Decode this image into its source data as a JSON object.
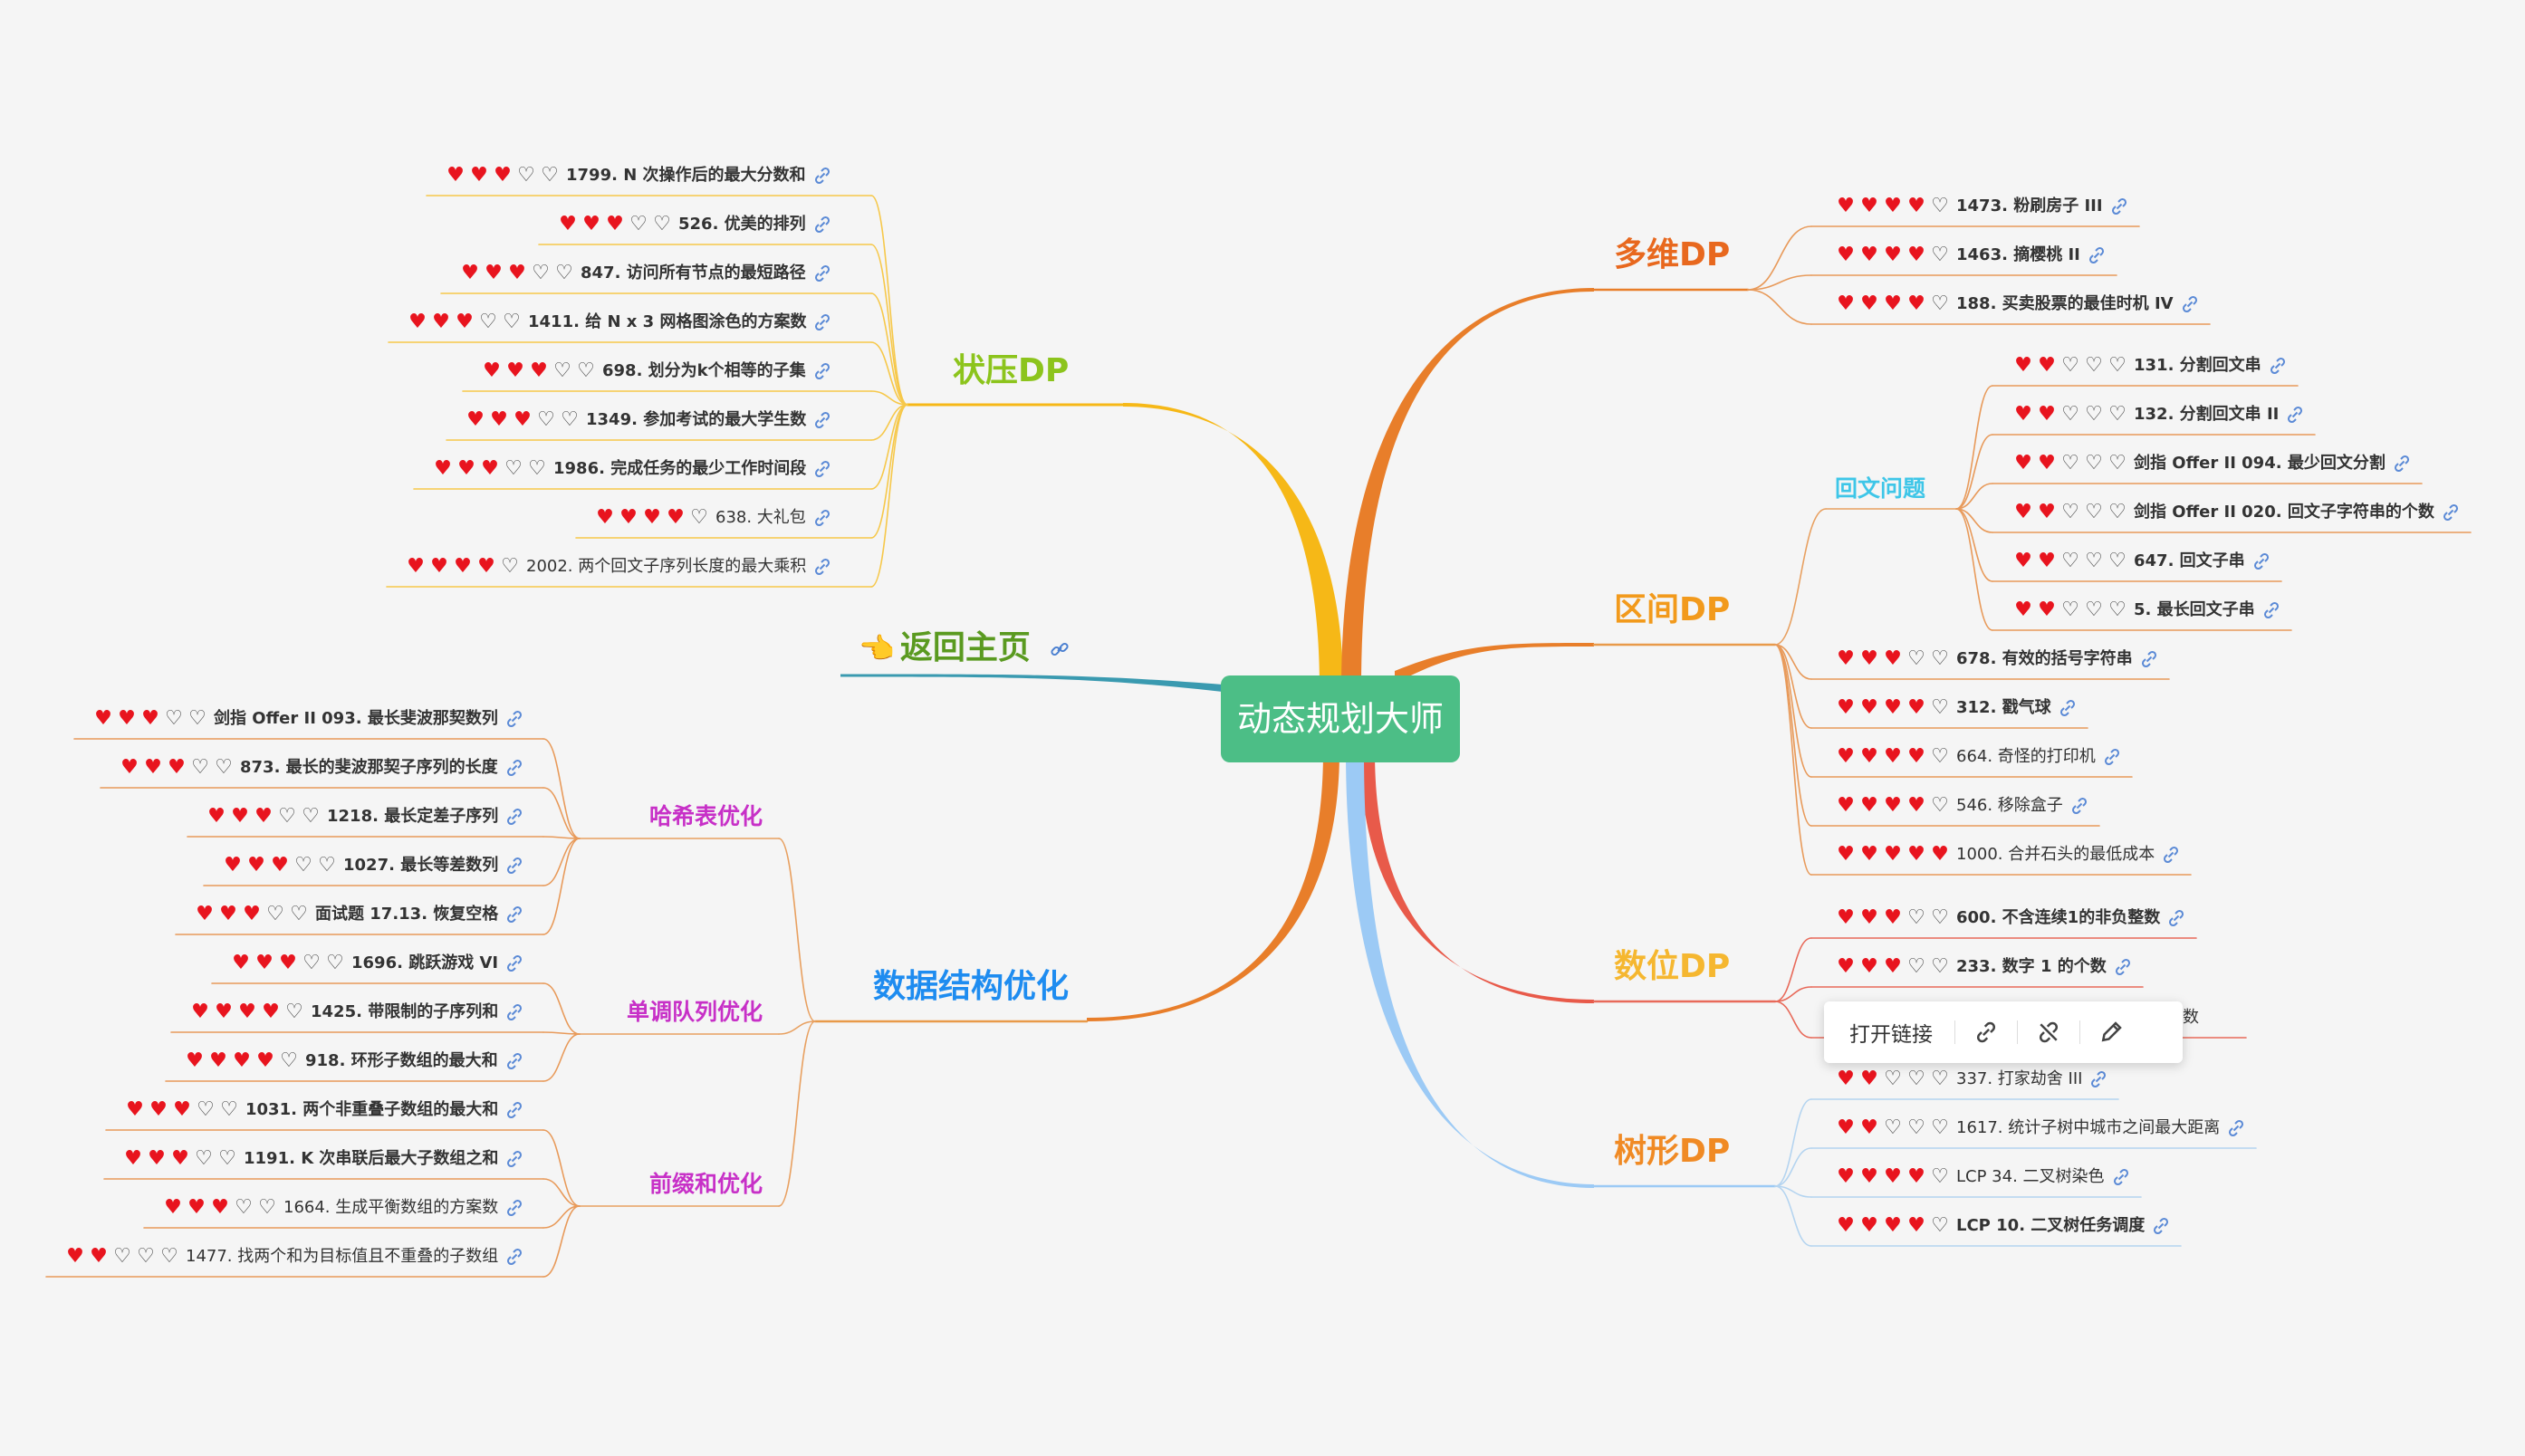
{
  "root": {
    "label": "动态规划大师"
  },
  "home": {
    "label": "返回主页"
  },
  "toolbar": {
    "open_link": "打开链接"
  },
  "colors": {
    "zhuangya": "#8cc41c",
    "duowei": "#e8681e",
    "qujian": "#f29a1c",
    "shuwei": "#f5b730",
    "shuxing": "#f08a24",
    "jiegou": "#1e8cf0",
    "group": "#c730c7",
    "huiwen": "#3ec6e8",
    "home": "#5a9a20"
  },
  "branches": [
    {
      "id": "zhuangya",
      "label": "状压DP",
      "leaves": [
        {
          "hearts": 3,
          "text": "1799. N 次操作后的最大分数和",
          "bold": true
        },
        {
          "hearts": 3,
          "text": "526. 优美的排列",
          "bold": true
        },
        {
          "hearts": 3,
          "text": "847. 访问所有节点的最短路径",
          "bold": true
        },
        {
          "hearts": 3,
          "text": "1411. 给 N x 3 网格图涂色的方案数",
          "bold": true
        },
        {
          "hearts": 3,
          "text": "698. 划分为k个相等的子集",
          "bold": true
        },
        {
          "hearts": 3,
          "text": "1349. 参加考试的最大学生数",
          "bold": true
        },
        {
          "hearts": 3,
          "text": "1986. 完成任务的最少工作时间段",
          "bold": true
        },
        {
          "hearts": 4,
          "text": "638. 大礼包",
          "bold": false
        },
        {
          "hearts": 4,
          "text": "2002. 两个回文子序列长度的最大乘积",
          "bold": false
        }
      ]
    },
    {
      "id": "duowei",
      "label": "多维DP",
      "leaves": [
        {
          "hearts": 4,
          "text": "1473. 粉刷房子 III",
          "bold": true
        },
        {
          "hearts": 4,
          "text": "1463. 摘樱桃 II",
          "bold": true
        },
        {
          "hearts": 4,
          "text": "188. 买卖股票的最佳时机 IV",
          "bold": true
        }
      ]
    },
    {
      "id": "qujian",
      "label": "区间DP",
      "group": {
        "label": "回文问题",
        "leaves": [
          {
            "hearts": 2,
            "text": "131. 分割回文串",
            "bold": true
          },
          {
            "hearts": 2,
            "text": "132. 分割回文串 II",
            "bold": true
          },
          {
            "hearts": 2,
            "text": "剑指 Offer II 094. 最少回文分割",
            "bold": true
          },
          {
            "hearts": 2,
            "text": "剑指 Offer II 020. 回文子字符串的个数",
            "bold": true
          },
          {
            "hearts": 2,
            "text": "647. 回文子串",
            "bold": true
          },
          {
            "hearts": 2,
            "text": "5. 最长回文子串",
            "bold": true
          }
        ]
      },
      "leaves": [
        {
          "hearts": 3,
          "text": "678. 有效的括号字符串",
          "bold": true
        },
        {
          "hearts": 4,
          "text": "312. 戳气球",
          "bold": true
        },
        {
          "hearts": 4,
          "text": "664. 奇怪的打印机",
          "bold": false
        },
        {
          "hearts": 4,
          "text": "546. 移除盒子",
          "bold": false
        },
        {
          "hearts": 5,
          "text": "1000. 合并石头的最低成本",
          "bold": false
        }
      ]
    },
    {
      "id": "shuwei",
      "label": "数位DP",
      "leaves": [
        {
          "hearts": 3,
          "text": "600. 不含连续1的非负整数",
          "bold": true
        },
        {
          "hearts": 3,
          "text": "233. 数字 1 的个数",
          "bold": true
        },
        {
          "hearts": 0,
          "text": "数",
          "bold": false
        }
      ]
    },
    {
      "id": "shuxing",
      "label": "树形DP",
      "leaves": [
        {
          "hearts": 2,
          "text": "337. 打家劫舍 III",
          "bold": false
        },
        {
          "hearts": 2,
          "text": "1617. 统计子树中城市之间最大距离",
          "bold": false
        },
        {
          "hearts": 4,
          "text": "LCP 34. 二叉树染色",
          "bold": false
        },
        {
          "hearts": 4,
          "text": "LCP 10. 二叉树任务调度",
          "bold": true
        }
      ]
    },
    {
      "id": "jiegou",
      "label": "数据结构优化",
      "groups": [
        {
          "label": "哈希表优化",
          "leaves": [
            {
              "hearts": 3,
              "text": "剑指 Offer II 093. 最长斐波那契数列",
              "bold": true
            },
            {
              "hearts": 3,
              "text": "873. 最长的斐波那契子序列的长度",
              "bold": true
            },
            {
              "hearts": 3,
              "text": "1218. 最长定差子序列",
              "bold": true
            },
            {
              "hearts": 3,
              "text": "1027. 最长等差数列",
              "bold": true
            },
            {
              "hearts": 3,
              "text": "面试题 17.13. 恢复空格",
              "bold": true
            }
          ]
        },
        {
          "label": "单调队列优化",
          "leaves": [
            {
              "hearts": 3,
              "text": "1696. 跳跃游戏 VI",
              "bold": true
            },
            {
              "hearts": 4,
              "text": "1425. 带限制的子序列和",
              "bold": true
            },
            {
              "hearts": 4,
              "text": "918. 环形子数组的最大和",
              "bold": true
            }
          ]
        },
        {
          "label": "前缀和优化",
          "leaves": [
            {
              "hearts": 3,
              "text": "1031. 两个非重叠子数组的最大和",
              "bold": true
            },
            {
              "hearts": 3,
              "text": "1191. K 次串联后最大子数组之和",
              "bold": true
            },
            {
              "hearts": 3,
              "text": "1664. 生成平衡数组的方案数",
              "bold": false
            },
            {
              "hearts": 2,
              "text": "1477. 找两个和为目标值且不重叠的子数组",
              "bold": false
            }
          ]
        }
      ]
    }
  ]
}
